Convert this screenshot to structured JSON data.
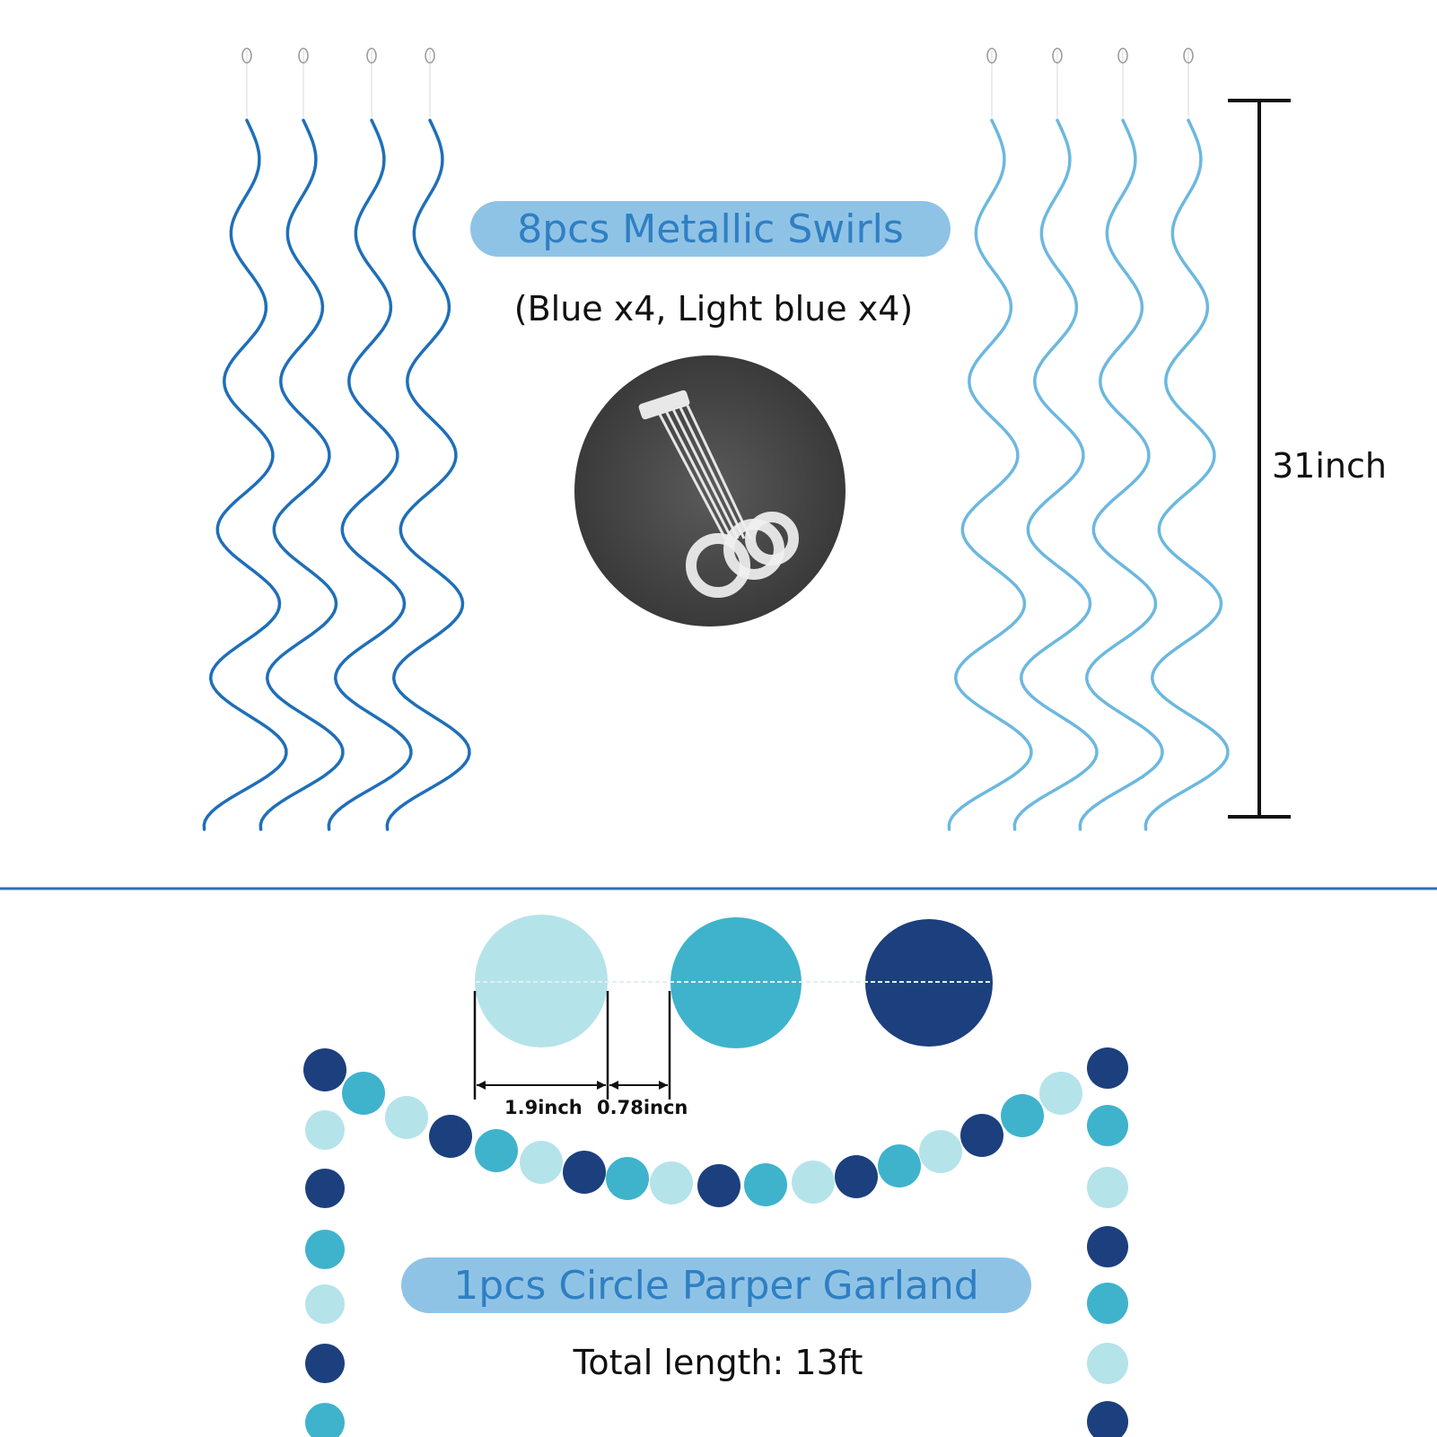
{
  "swirls": {
    "title": "8pcs Metallic Swirls",
    "subtitle": "(Blue x4, Light blue x4)",
    "height_label": "31inch",
    "colors": {
      "blue": "#1f6fb8",
      "light_blue": "#6cb8df"
    },
    "hook_icon": "plastic-hooks-photo"
  },
  "garland": {
    "title": "1pcs Circle Parper Garland",
    "length_label": "Total length: 13ft",
    "dimensions": {
      "diameter": "1.9inch",
      "gap": "0.78incn"
    },
    "colors": {
      "navy": "#1c3f7e",
      "glitter_blue": "#3fb3cc",
      "pale_blue": "#b5e3ea"
    }
  },
  "accent": {
    "pill": "#8fc3e6",
    "pill_text": "#2f7fc3",
    "divider": "#2f6fb8"
  }
}
